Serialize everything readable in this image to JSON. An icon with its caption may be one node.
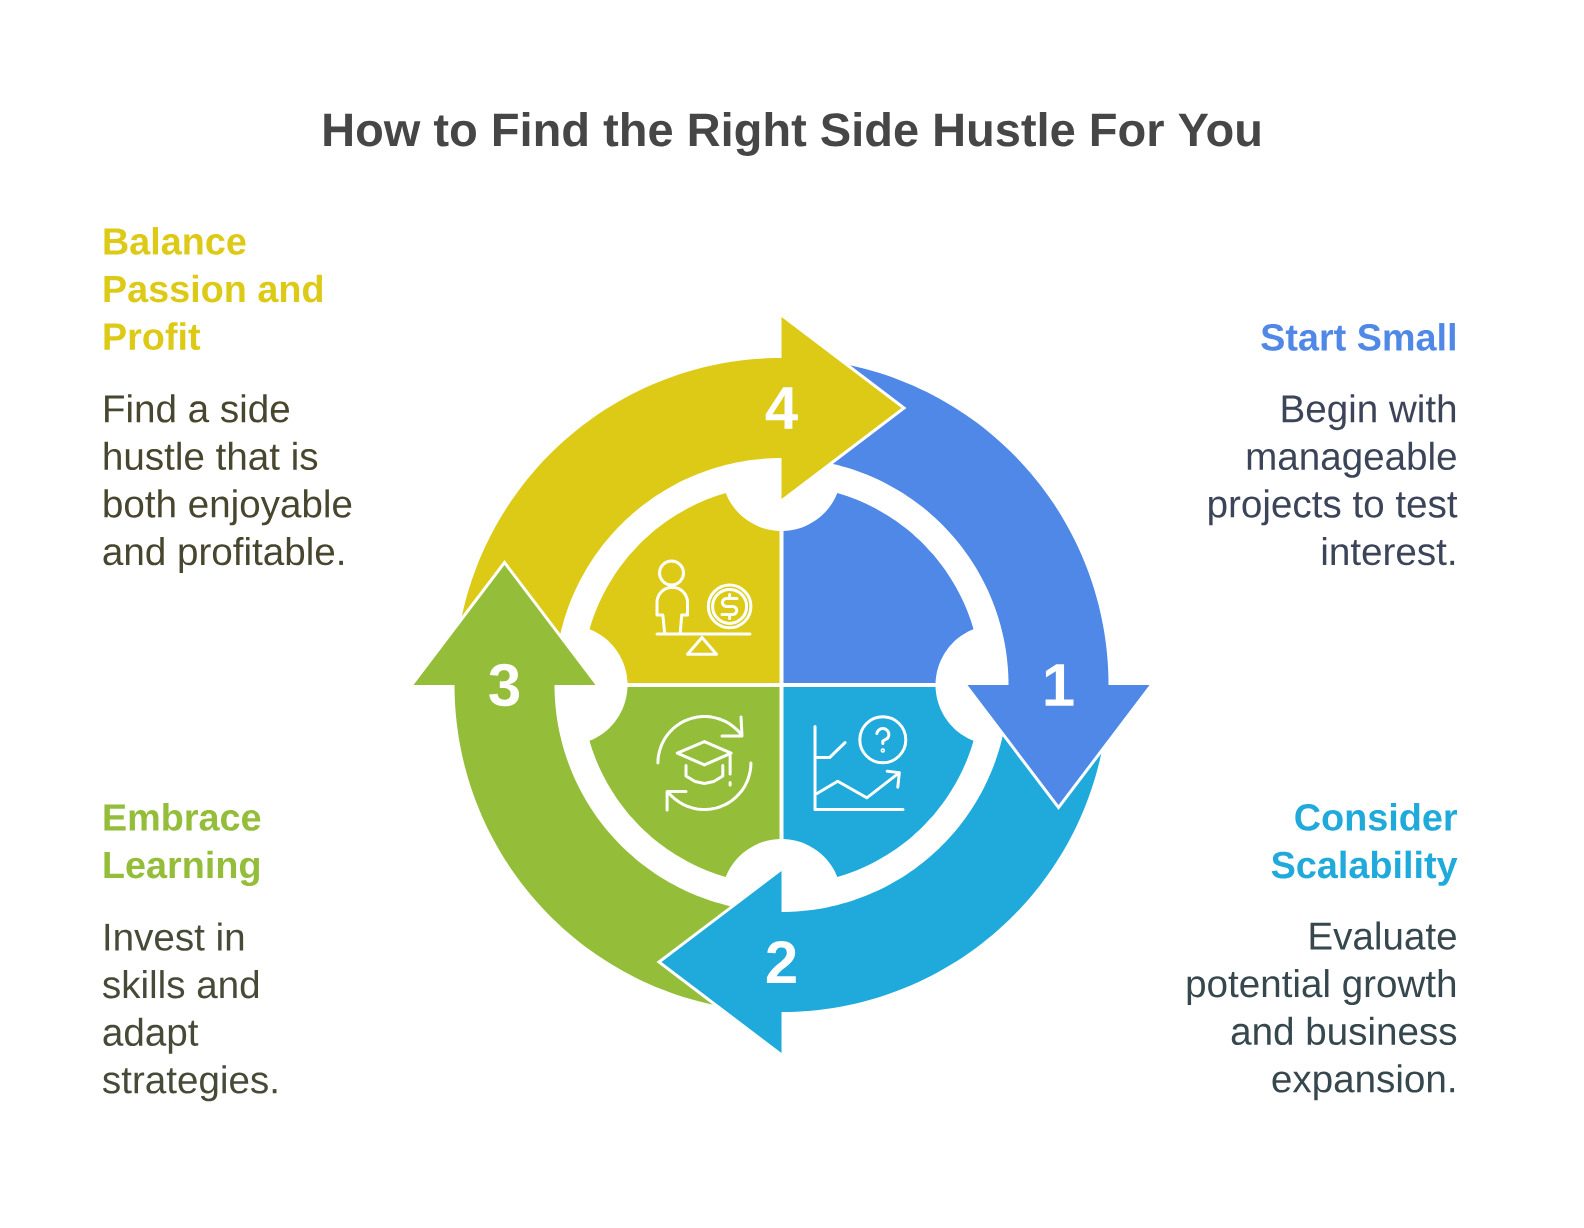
{
  "diagram": {
    "title": "How to Find the Right Side Hustle For You",
    "nodes": [
      {
        "text": [
          "1"
        ],
        "beside": [
          "Start Small",
          "Begin with manageable projects to test interest."
        ]
      },
      {
        "text": [
          "2"
        ],
        "beside": [
          "Consider Scalability",
          "Evaluate potential growth and business expansion."
        ]
      },
      {
        "text": [
          "3"
        ],
        "beside": [
          "Embrace Learning",
          "Invest in skills and adapt strategies."
        ]
      },
      {
        "text": [
          "4"
        ],
        "beside": [
          "Balance Passion and Profit",
          "Find a side hustle that is both enjoyable and profitable."
        ]
      },
      {
        "text": [],
        "shape": "sector"
      },
      {
        "text": [],
        "shape": "sector"
      },
      {
        "text": [],
        "shape": "sector"
      },
      {
        "text": [],
        "shape": "sector"
      }
    ]
  }
}
